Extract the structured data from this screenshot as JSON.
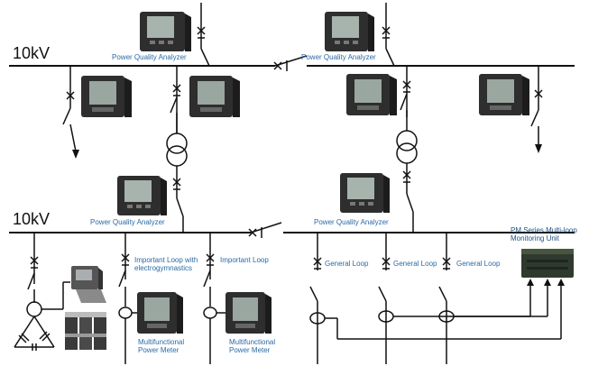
{
  "bus_top": {
    "label": "10kV"
  },
  "bus_bottom": {
    "label": "10kV"
  },
  "labels": {
    "pqa_top_left": "Power Quality Analyzer",
    "pqa_top_right": "Power Quality Analyzer",
    "pqa_mid_left": "Power Quality Analyzer",
    "pqa_mid_right": "Power Quality Analyzer",
    "important_loop_1_line1": "Important Loop with",
    "important_loop_1_line2": "electrogymnastics",
    "important_loop_2": "Important Loop",
    "general_loop_1": "General Loop",
    "general_loop_2": "General Loop",
    "general_loop_3": "General Loop",
    "pm_unit_line1": "PM Series Multi-loop",
    "pm_unit_line2": "Monitoring Unit",
    "meter_1_line1": "Multifunctional",
    "meter_1_line2": "Power Meter",
    "meter_2_line1": "Multifunctional",
    "meter_2_line2": "Power Meter"
  },
  "colors": {
    "line": "#111111",
    "label": "#2a6aa6",
    "device_body": "#3a3a3a",
    "device_screen": "#9aa6a0"
  }
}
